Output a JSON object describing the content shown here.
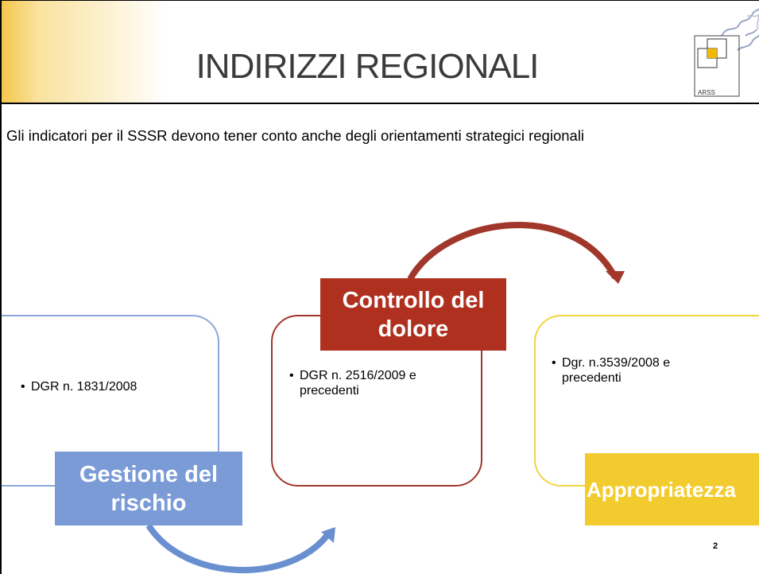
{
  "slide": {
    "title": "INDIRIZZI REGIONALI",
    "logo_text": "ARSS",
    "intro": "Gli indicatori per il SSSR devono tener conto anche degli orientamenti strategici regionali",
    "page_number": "2"
  },
  "cycle": [
    {
      "label_line1": "Gestione del",
      "label_line2": "rischio",
      "bullet_line1": "DGR n. 1831/2008",
      "bullet_line2": "",
      "color": "#7a9bd6"
    },
    {
      "label_line1": "Controllo del",
      "label_line2": "dolore",
      "bullet_line1": "DGR n. 2516/2009 e",
      "bullet_line2": "precedenti",
      "color": "#b03020"
    },
    {
      "label_line1": "Appropriatezza",
      "label_line2": "",
      "bullet_line1": "Dgr. n.3539/2008 e",
      "bullet_line2": "precedenti",
      "color": "#f2cc2e"
    }
  ],
  "bullet_symbol": "•"
}
